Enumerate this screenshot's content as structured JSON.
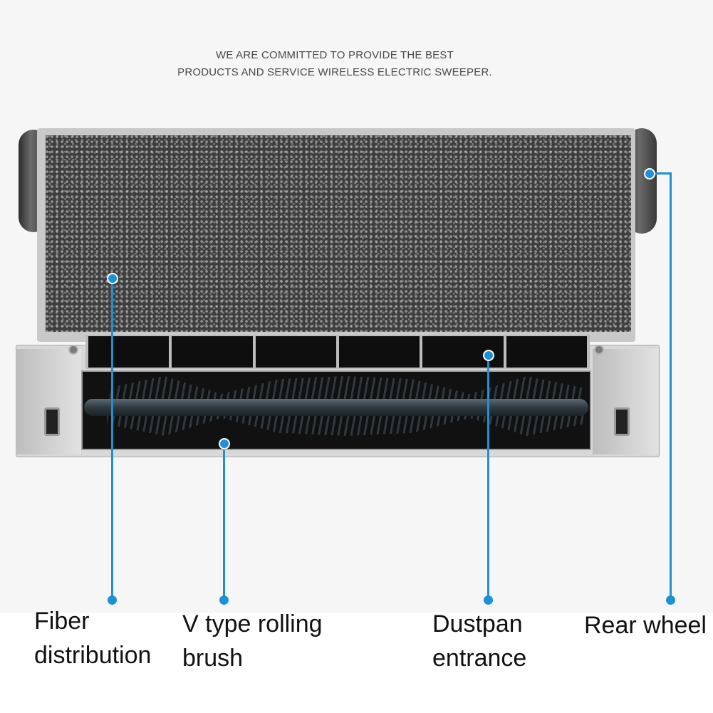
{
  "headline": {
    "line1": "WE ARE COMMITTED TO PROVIDE THE BEST",
    "line2": "PRODUCTS AND SERVICE WIRELESS ELECTRIC SWEEPER."
  },
  "callouts": [
    {
      "line1": "Fiber",
      "line2": "distribution"
    },
    {
      "line1": "V type rolling",
      "line2": "brush"
    },
    {
      "line1": "Dustpan",
      "line2": "entrance"
    },
    {
      "line1": "Rear wheel",
      "line2": ""
    }
  ],
  "colors": {
    "callout": "#1e90d6",
    "background": "#f6f6f6"
  }
}
